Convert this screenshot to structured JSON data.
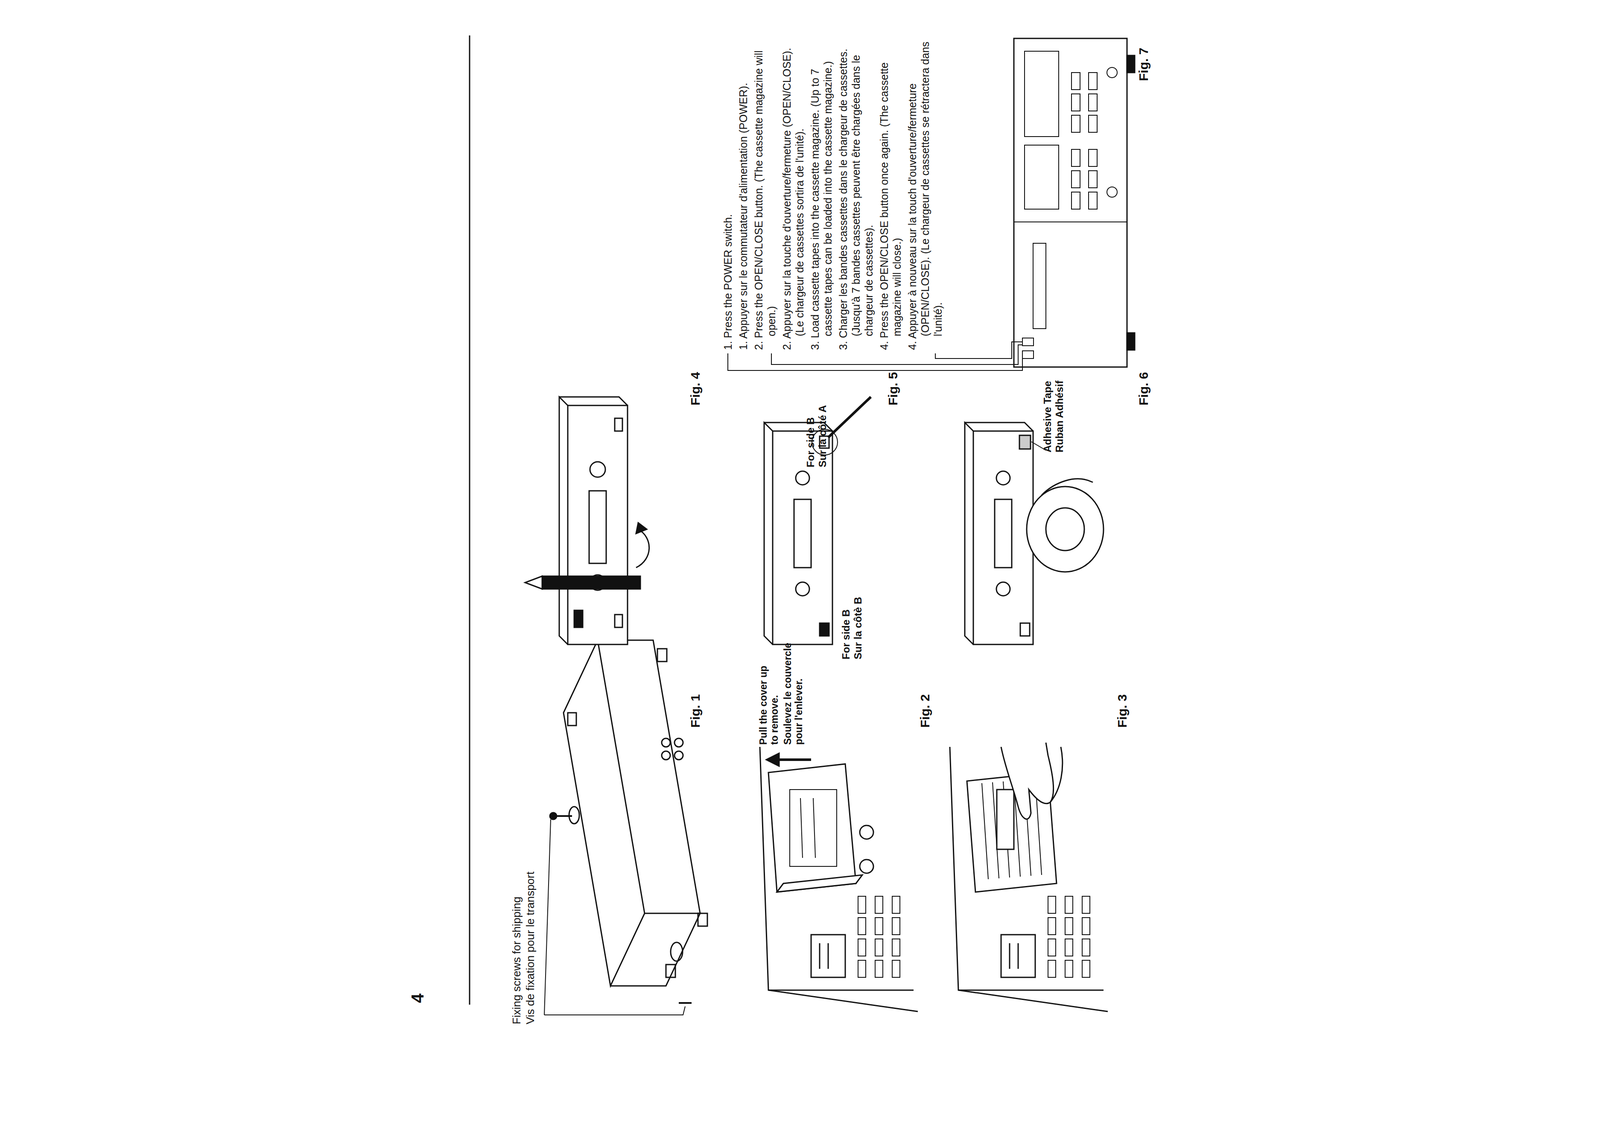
{
  "diagram": {
    "labels": [
      "4",
      "Fixing screws for shipping",
      "Vis de fixation pour le transport",
      "Fig. 1",
      "Pull the cover up to remove.",
      "Soulevez le couvercle pour l'enlever.",
      "Fig. 2",
      "Fig. 3",
      "Fig. 4",
      "For side B",
      "Sur la côtè B",
      "For side B",
      "Sur la côté A",
      "Fig. 5",
      "Adhesive Tape",
      "Ruban Adhésif",
      "Fig. 6",
      "1. Press the POWER switch.",
      "1. Appuyer sur le commutateur d'alimentation (POWER).",
      "2. Press the OPEN/CLOSE button. (The cassette magazine will open.)",
      "2. Appuyer sur la touche d'ouverture/fermeture (OPEN/CLOSE). (Le chargeur de cassettes sortira de l'unité).",
      "3. Load cassette tapes into the cassette magazine. (Up to 7 cassette tapes can be loaded into the cassette magazine.)",
      "3. Charger les bandes cassettes dans le chargeur de cassettes. (Jusqu'à 7 bandes cassettes peuvent être chargées dans le chargeur de cassettes).",
      "4. Press the OPEN/CLOSE button once again. (The cassette magazine will close.)",
      "4. Appuyer à nouveau sur la touch d'ouverture/fermeture (OPEN/CLOSE). (Le chargeur de cassettes se rétractera dans l'unité).",
      "Fig. 7"
    ]
  }
}
